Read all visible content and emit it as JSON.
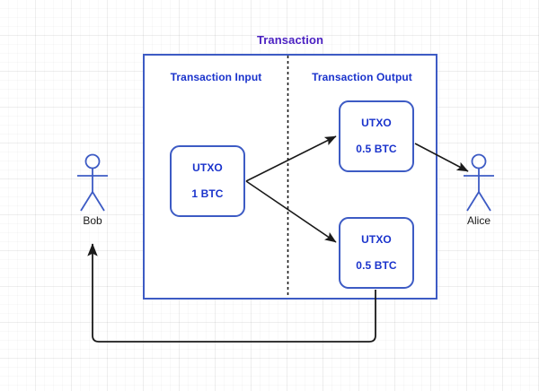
{
  "diagram": {
    "title": "Transaction",
    "title_color": "#4b21c2",
    "accent_color": "#3d5bc4",
    "label_color": "#1a33cc",
    "arrow_color": "#1a1a1a",
    "sections": {
      "input_header": "Transaction Input",
      "output_header": "Transaction Output"
    },
    "nodes": {
      "input_utxo": {
        "title": "UTXO",
        "amount": "1 BTC"
      },
      "output_utxo_1": {
        "title": "UTXO",
        "amount": "0.5 BTC"
      },
      "output_utxo_2": {
        "title": "UTXO",
        "amount": "0.5 BTC"
      }
    },
    "actors": {
      "sender": "Bob",
      "receiver": "Alice"
    }
  }
}
